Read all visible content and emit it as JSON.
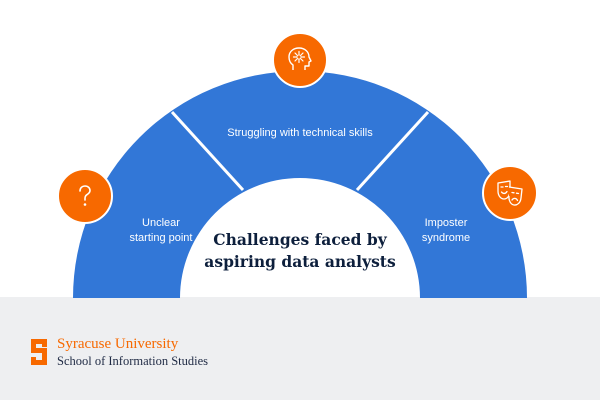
{
  "diagram": {
    "title": "Challenges faced by aspiring data analysts",
    "title_line1": "Challenges faced by",
    "title_line2": "aspiring data analysts",
    "segments": [
      {
        "label_line1": "Unclear",
        "label_line2": "starting point",
        "icon": "question-mark-icon"
      },
      {
        "label": "Struggling with technical skills",
        "icon": "brain-head-icon"
      },
      {
        "label_line1": "Imposter",
        "label_line2": "syndrome",
        "icon": "theater-masks-icon"
      }
    ],
    "colors": {
      "segment": "#3277d7",
      "badge": "#f76900",
      "title": "#0d1f3c",
      "footer": "#eeeff1"
    }
  },
  "footer": {
    "org_name": "Syracuse University",
    "school_name": "School of Information Studies",
    "logo_icon": "block-s-logo-icon"
  }
}
